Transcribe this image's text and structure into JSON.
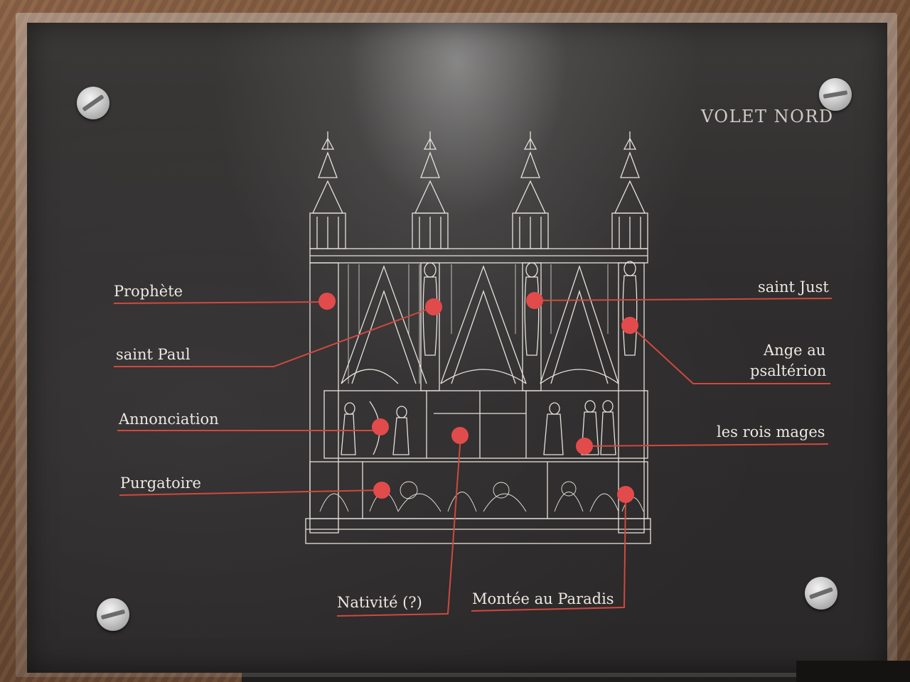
{
  "plaque": {
    "heading": "VOLET NORD",
    "labels": {
      "prophete": "Prophète",
      "saint_paul": "saint Paul",
      "annonciation": "Annonciation",
      "purgatoire": "Purgatoire",
      "saint_just": "saint Just",
      "ange_line1": "Ange au",
      "ange_line2": "psaltérion",
      "rois_mages": "les rois mages",
      "nativite": "Nativité (?)",
      "montee": "Montée au Paradis"
    },
    "marker_color": "#e24b4b",
    "line_color": "#d0493f",
    "engraving_color": "#e6e2dc",
    "plaque_color": "#2f2d2d"
  }
}
